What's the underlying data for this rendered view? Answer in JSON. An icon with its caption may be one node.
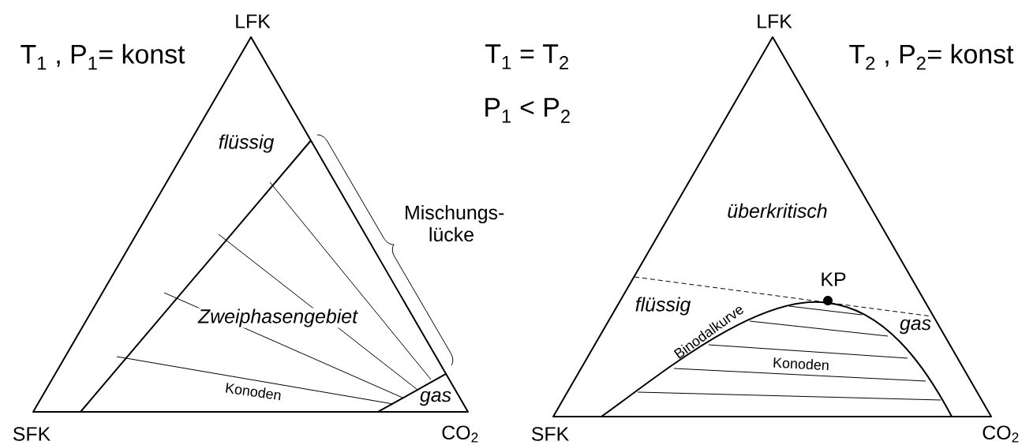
{
  "diagram": {
    "labels": [
      "LFK",
      "T$_{1}$ , P$_{1}$= konst",
      "T$_{1}$  =  T$_{2}$",
      "P$_{1}$  <  P$_{2}$",
      "LFK",
      "T$_{2}$ , P$_{2}$= konst",
      "flüssig",
      "Mischungs- lücke",
      "Zweiphasengebiet",
      "überkritisch",
      "KP",
      "flüssig",
      "gas",
      "Binodalkurve",
      "Konoden",
      "Konoden",
      "gas",
      "SFK",
      "CO$_{2}$",
      "SFK",
      "CO$_{2}$"
    ]
  }
}
